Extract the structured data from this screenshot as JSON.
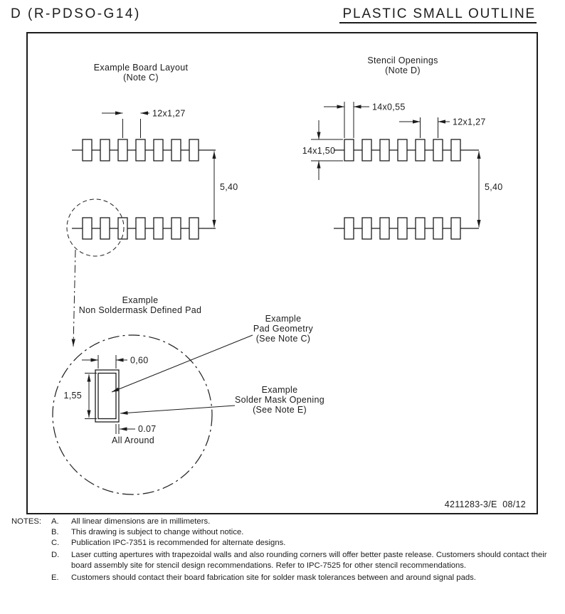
{
  "header": {
    "left_title": "D (R-PDSO-G14)",
    "right_title": "PLASTIC SMALL OUTLINE"
  },
  "board_layout": {
    "title": "Example Board Layout",
    "subtitle": "(Note C)",
    "dim_pitch": "12x1,27",
    "dim_row_spacing": "5,40"
  },
  "stencil_openings": {
    "title": "Stencil Openings",
    "subtitle": "(Note D)",
    "dim_aperture_width": "14x0,55",
    "dim_aperture_height": "14x1,50",
    "dim_pitch": "12x1,27",
    "dim_row_spacing": "5,40"
  },
  "detail": {
    "pad_label_line1": "Example",
    "pad_label_line2": "Non Soldermask Defined Pad",
    "pad_geometry_line1": "Example",
    "pad_geometry_line2": "Pad Geometry",
    "pad_geometry_line3": "(See Note C)",
    "solder_mask_line1": "Example",
    "solder_mask_line2": "Solder Mask Opening",
    "solder_mask_line3": "(See Note E)",
    "dim_pad_width": "0,60",
    "dim_pad_height": "1,55",
    "dim_mask_offset": "0.07",
    "mask_offset_note": "All Around"
  },
  "footer": {
    "doc_number": "4211283-3/E  08/12"
  },
  "notes": {
    "label": "NOTES:",
    "items": [
      {
        "key": "A.",
        "text": "All linear dimensions are in millimeters."
      },
      {
        "key": "B.",
        "text": "This drawing is subject to change without notice."
      },
      {
        "key": "C.",
        "text": "Publication IPC-7351 is recommended for alternate designs."
      },
      {
        "key": "D.",
        "text": "Laser cutting apertures with trapezoidal walls and also rounding corners will offer better paste release.  Customers should contact their board assembly site for stencil design recommendations.  Refer to IPC-7525 for other stencil recommendations."
      },
      {
        "key": "E.",
        "text": "Customers should contact their board fabrication site for solder mask tolerances between and around signal pads."
      }
    ]
  },
  "colors": {
    "ink": "#1c1c1c",
    "background": "#ffffff"
  }
}
